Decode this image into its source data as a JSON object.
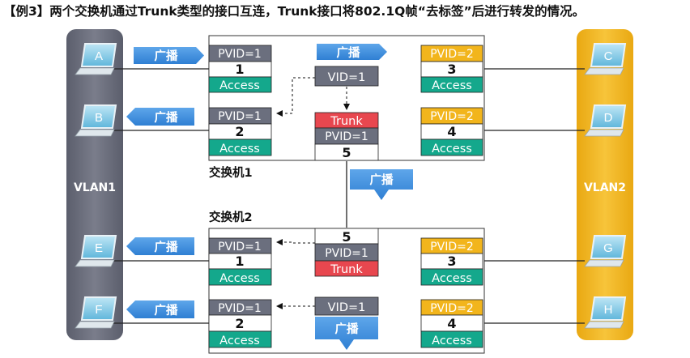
{
  "title": "【例3】两个交换机通过Trunk类型的接口互连，Trunk接口将802.1Q帧“去标签”后进行转发的情况。",
  "vlans": {
    "left": "VLAN1",
    "right": "VLAN2"
  },
  "colors": {
    "pvid_gray": "#6b6f7e",
    "pvid_orange": "#f2b51c",
    "access_green": "#14a88c",
    "trunk_red": "#e8474f",
    "broadcast_blue": "#3d8fe0",
    "vlan1_panel": "#6f7180",
    "vlan2_panel": "#f3b81d"
  },
  "hosts": {
    "A": "A",
    "B": "B",
    "C": "C",
    "D": "D",
    "E": "E",
    "F": "F",
    "G": "G",
    "H": "H"
  },
  "switch1": {
    "name": "交换机1",
    "port1": {
      "pvid": "PVID=1",
      "num": "1",
      "mode": "Access"
    },
    "port2": {
      "pvid": "PVID=1",
      "num": "2",
      "mode": "Access"
    },
    "port3": {
      "pvid": "PVID=2",
      "num": "3",
      "mode": "Access"
    },
    "port4": {
      "pvid": "PVID=2",
      "num": "4",
      "mode": "Access"
    },
    "port5": {
      "mode": "Trunk",
      "pvid": "PVID=1",
      "num": "5"
    },
    "tag": "VID=1"
  },
  "switch2": {
    "name": "交换机2",
    "port1": {
      "pvid": "PVID=1",
      "num": "1",
      "mode": "Access"
    },
    "port2": {
      "pvid": "PVID=1",
      "num": "2",
      "mode": "Access"
    },
    "port3": {
      "pvid": "PVID=2",
      "num": "3",
      "mode": "Access"
    },
    "port4": {
      "pvid": "PVID=2",
      "num": "4",
      "mode": "Access"
    },
    "port5": {
      "num": "5",
      "pvid": "PVID=1",
      "mode": "Trunk"
    },
    "tag": "VID=1"
  },
  "broadcast": "广播"
}
